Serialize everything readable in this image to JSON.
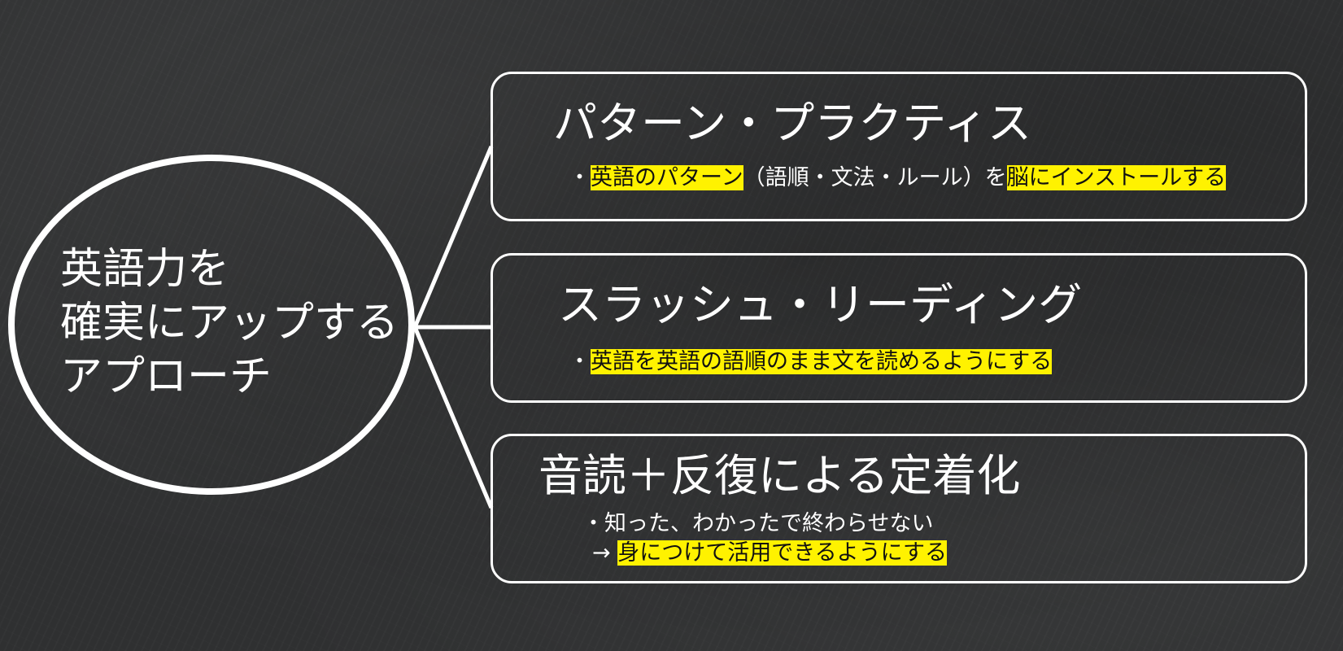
{
  "colors": {
    "background": "#2f3031",
    "line": "#ffffff",
    "highlight": "#fff200",
    "highlight_text": "#111111"
  },
  "center": {
    "lines": [
      "英語力を",
      "確実にアップする",
      "アプローチ"
    ]
  },
  "branches": [
    {
      "title": "パターン・プラクティス",
      "desc": {
        "bullet": "・",
        "hl1": "英語のパターン",
        "plain1": "（語順・文法・ルール）を",
        "hl2": "脳にインストールする"
      }
    },
    {
      "title": "スラッシュ・リーディング",
      "desc": {
        "bullet": "・",
        "hl1": "英語を英語の語順のまま文を読めるようにする"
      }
    },
    {
      "title": "音読＋反復による定着化",
      "desc": {
        "line1": "・知った、わかったで終わらせない",
        "arrow": "→",
        "hl1": "身につけて活用できるようにする"
      }
    }
  ]
}
